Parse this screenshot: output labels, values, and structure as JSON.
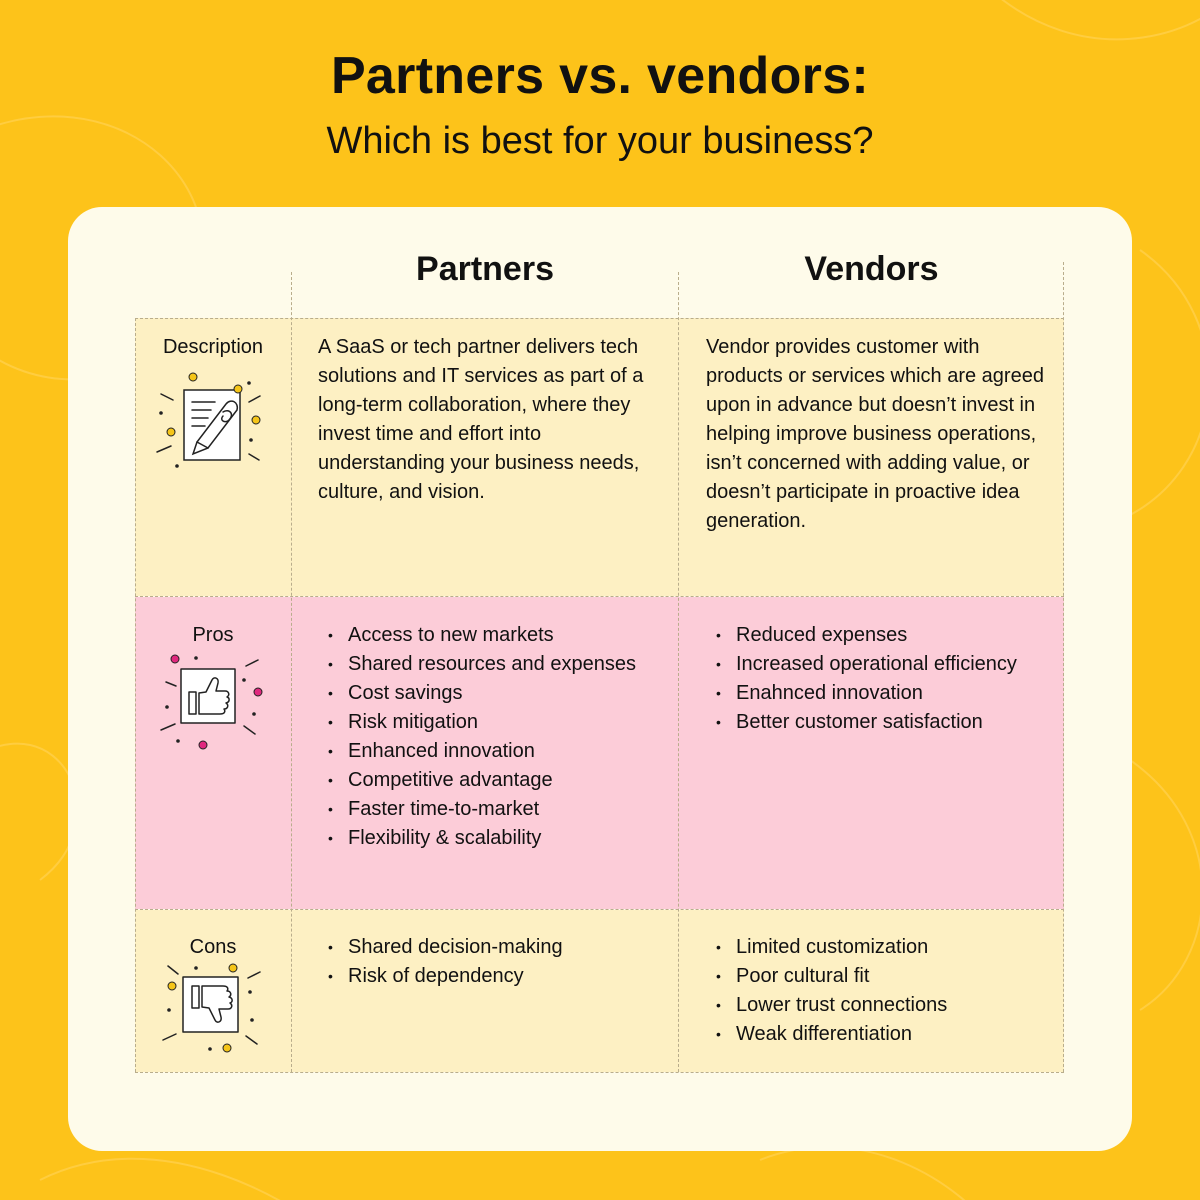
{
  "title": "Partners vs. vendors:",
  "subtitle": "Which is best for your business?",
  "columns": {
    "partners": "Partners",
    "vendors": "Vendors"
  },
  "rows": {
    "description": {
      "label": "Description",
      "icon": "document-pen-icon",
      "partners": "A SaaS or tech partner delivers tech solutions and IT services as part of a long-term collaboration, where they invest time and effort into understanding your business needs, culture, and vision.",
      "vendors": "Vendor provides customer with products or services which are agreed upon in advance but doesn’t invest in helping improve business operations, isn’t concerned with adding value, or doesn’t participate in proactive idea generation."
    },
    "pros": {
      "label": "Pros",
      "icon": "thumbs-up-icon",
      "partners": [
        "Access to new markets",
        "Shared resources and expenses",
        "Cost savings",
        "Risk mitigation",
        "Enhanced innovation",
        "Competitive advantage",
        "Faster time-to-market",
        "Flexibility & scalability"
      ],
      "vendors": [
        "Reduced expenses",
        "Increased operational efficiency",
        "Enahnced innovation",
        "Better customer satisfaction"
      ]
    },
    "cons": {
      "label": "Cons",
      "icon": "thumbs-down-icon",
      "partners": [
        "Shared decision-making",
        "Risk of dependency"
      ],
      "vendors": [
        "Limited customization",
        "Poor cultural fit",
        "Lower trust connections",
        "Weak differentiation"
      ]
    }
  },
  "colors": {
    "background": "#FDC31A",
    "card": "#FEFBEA",
    "row_yellow": "#FDF0C3",
    "row_pink": "#FCCCD8",
    "dot_yellow": "#F5C518",
    "dot_pink": "#E0287E"
  }
}
